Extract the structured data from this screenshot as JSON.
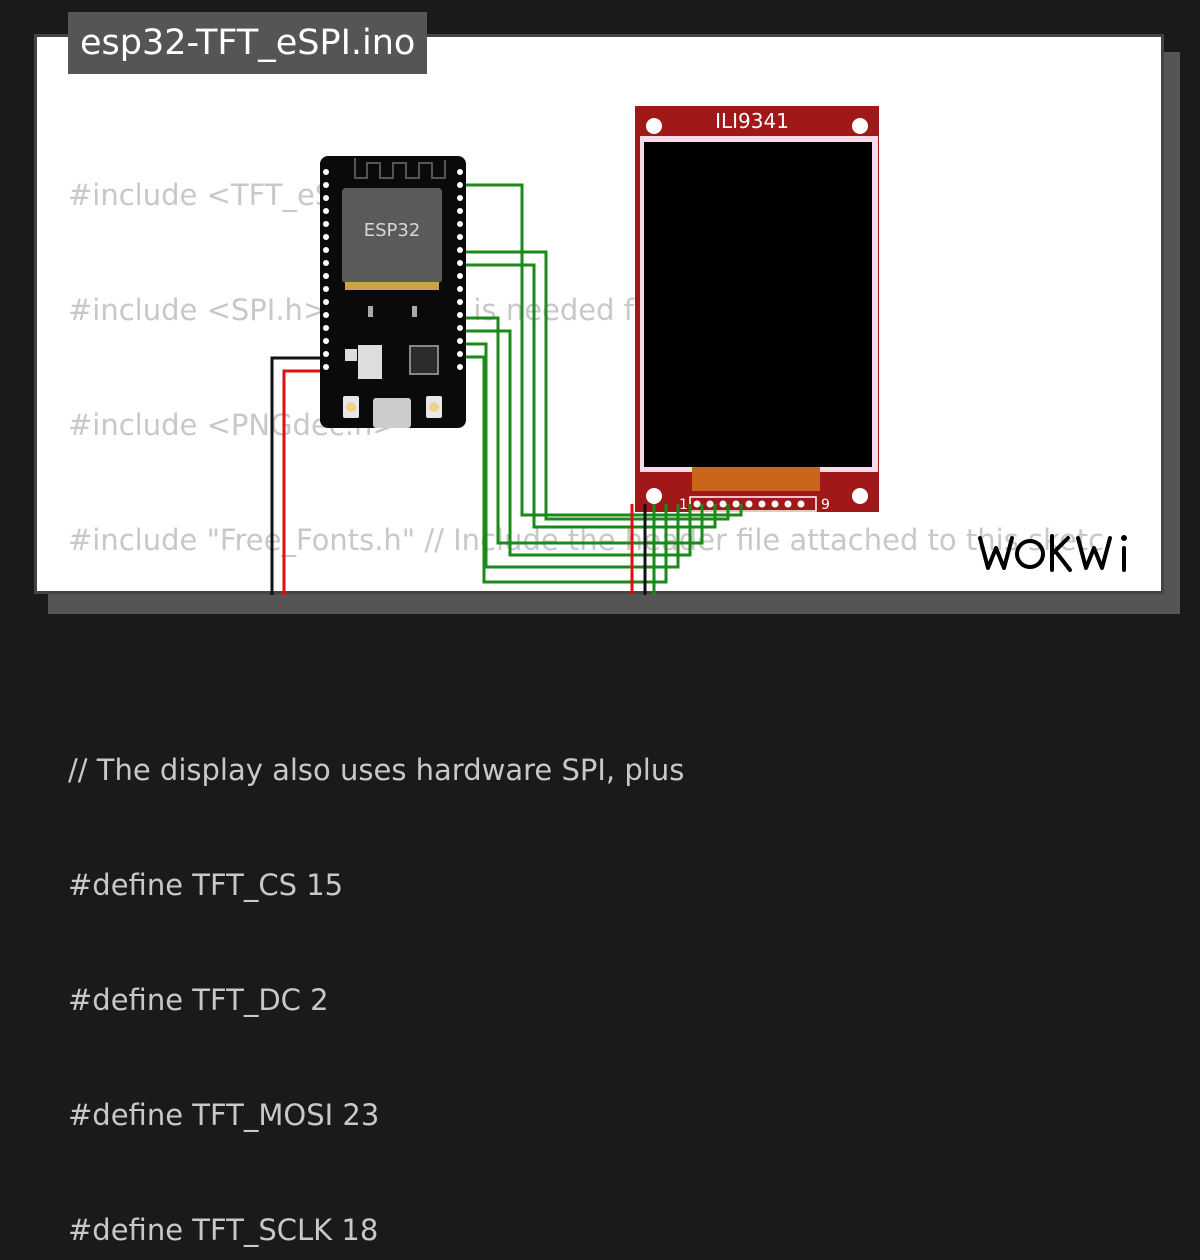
{
  "file_tab": {
    "name": "esp32-TFT_eSPI.ino"
  },
  "code": {
    "lines": [
      "#include <TFT_eSPI.h>",
      "#include <SPI.h>      // this is needed for",
      "#include <PNGdec.h>",
      "#include \"Free_Fonts.h\" // Include the header file attached to this sketc",
      "",
      "// The display also uses hardware SPI, plus",
      "#define TFT_CS 15",
      "#define TFT_DC 2",
      "#define TFT_MOSI 23",
      "#define TFT_SCLK 18"
    ]
  },
  "esp32": {
    "label": "ESP32"
  },
  "display": {
    "label": "ILI9341",
    "pin_first": "1",
    "pin_last": "9"
  },
  "brand": {
    "logo_text": "WOKWi"
  },
  "colors": {
    "background": "#1a1a1a",
    "card": "#ffffff",
    "tab": "#555555",
    "display_pcb": "#a01818",
    "wire_green": "#1a8a1a",
    "wire_red": "#e01010",
    "wire_black": "#111111"
  }
}
